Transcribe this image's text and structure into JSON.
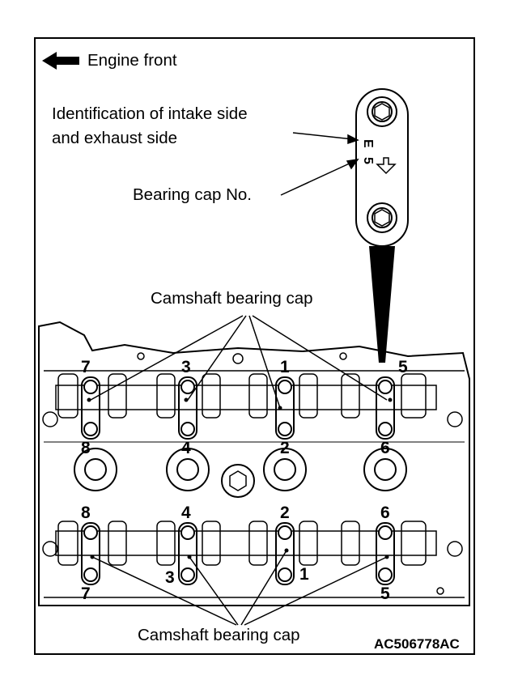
{
  "legend": {
    "arrow_icon": "left-arrow-icon",
    "engine_front": "Engine front"
  },
  "callouts": {
    "identification_line1": "Identification of intake side",
    "identification_line2": "and exhaust side",
    "bearing_cap_no": "Bearing cap No.",
    "camshaft_bearing_cap_top": "Camshaft bearing cap",
    "camshaft_bearing_cap_bottom": "Camshaft bearing cap"
  },
  "cap_detail": {
    "side_mark": "E",
    "cap_number": "5"
  },
  "cap_numbers": {
    "upper_row_top": [
      "7",
      "3",
      "1",
      "5"
    ],
    "upper_row_bottom": [
      "8",
      "4",
      "2",
      "6"
    ],
    "lower_row_top": [
      "8",
      "4",
      "2",
      "6"
    ],
    "lower_row_bottom": [
      "7",
      "3",
      "1",
      "5"
    ]
  },
  "figure_code": "AC506778AC"
}
